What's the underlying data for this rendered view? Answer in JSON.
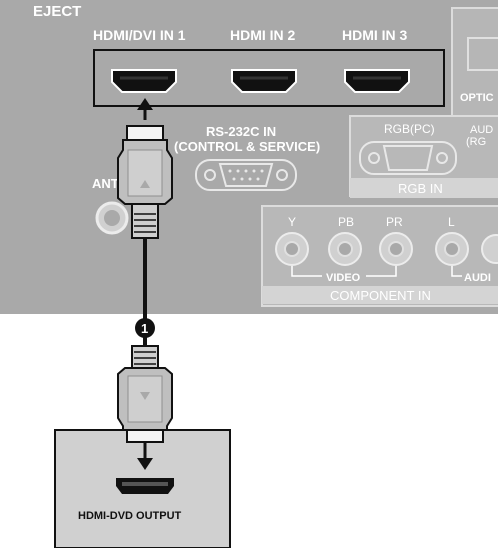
{
  "panel": {
    "eject_label": "EJECT",
    "hdmi_ports": [
      {
        "label": "HDMI/DVI IN 1"
      },
      {
        "label": "HDMI IN 2"
      },
      {
        "label": "HDMI IN 3"
      }
    ],
    "optical_label": "OPTIC",
    "rs232_label_line1": "RS-232C IN",
    "rs232_label_line2": "(CONTROL & SERVICE)",
    "rgb_pc_label": "RGB(PC)",
    "audio_label_line1": "AUD",
    "audio_label_line2": "(RG",
    "rgb_in_label": "RGB IN",
    "antenna_label": "ANT",
    "component_jacks": [
      "Y",
      "PB",
      "PR",
      "L"
    ],
    "video_label": "VIDEO",
    "audio_bottom_label": "AUDI",
    "component_in_label": "COMPONENT IN"
  },
  "step_number": "1",
  "device": {
    "output_label": "HDMI-DVD OUTPUT"
  },
  "colors": {
    "panel_bg": "#a9a9a9",
    "panel_light": "#d4d4d4",
    "panel_text": "#ffffff",
    "dark": "#111111",
    "device_bg": "#d0d0d0"
  }
}
